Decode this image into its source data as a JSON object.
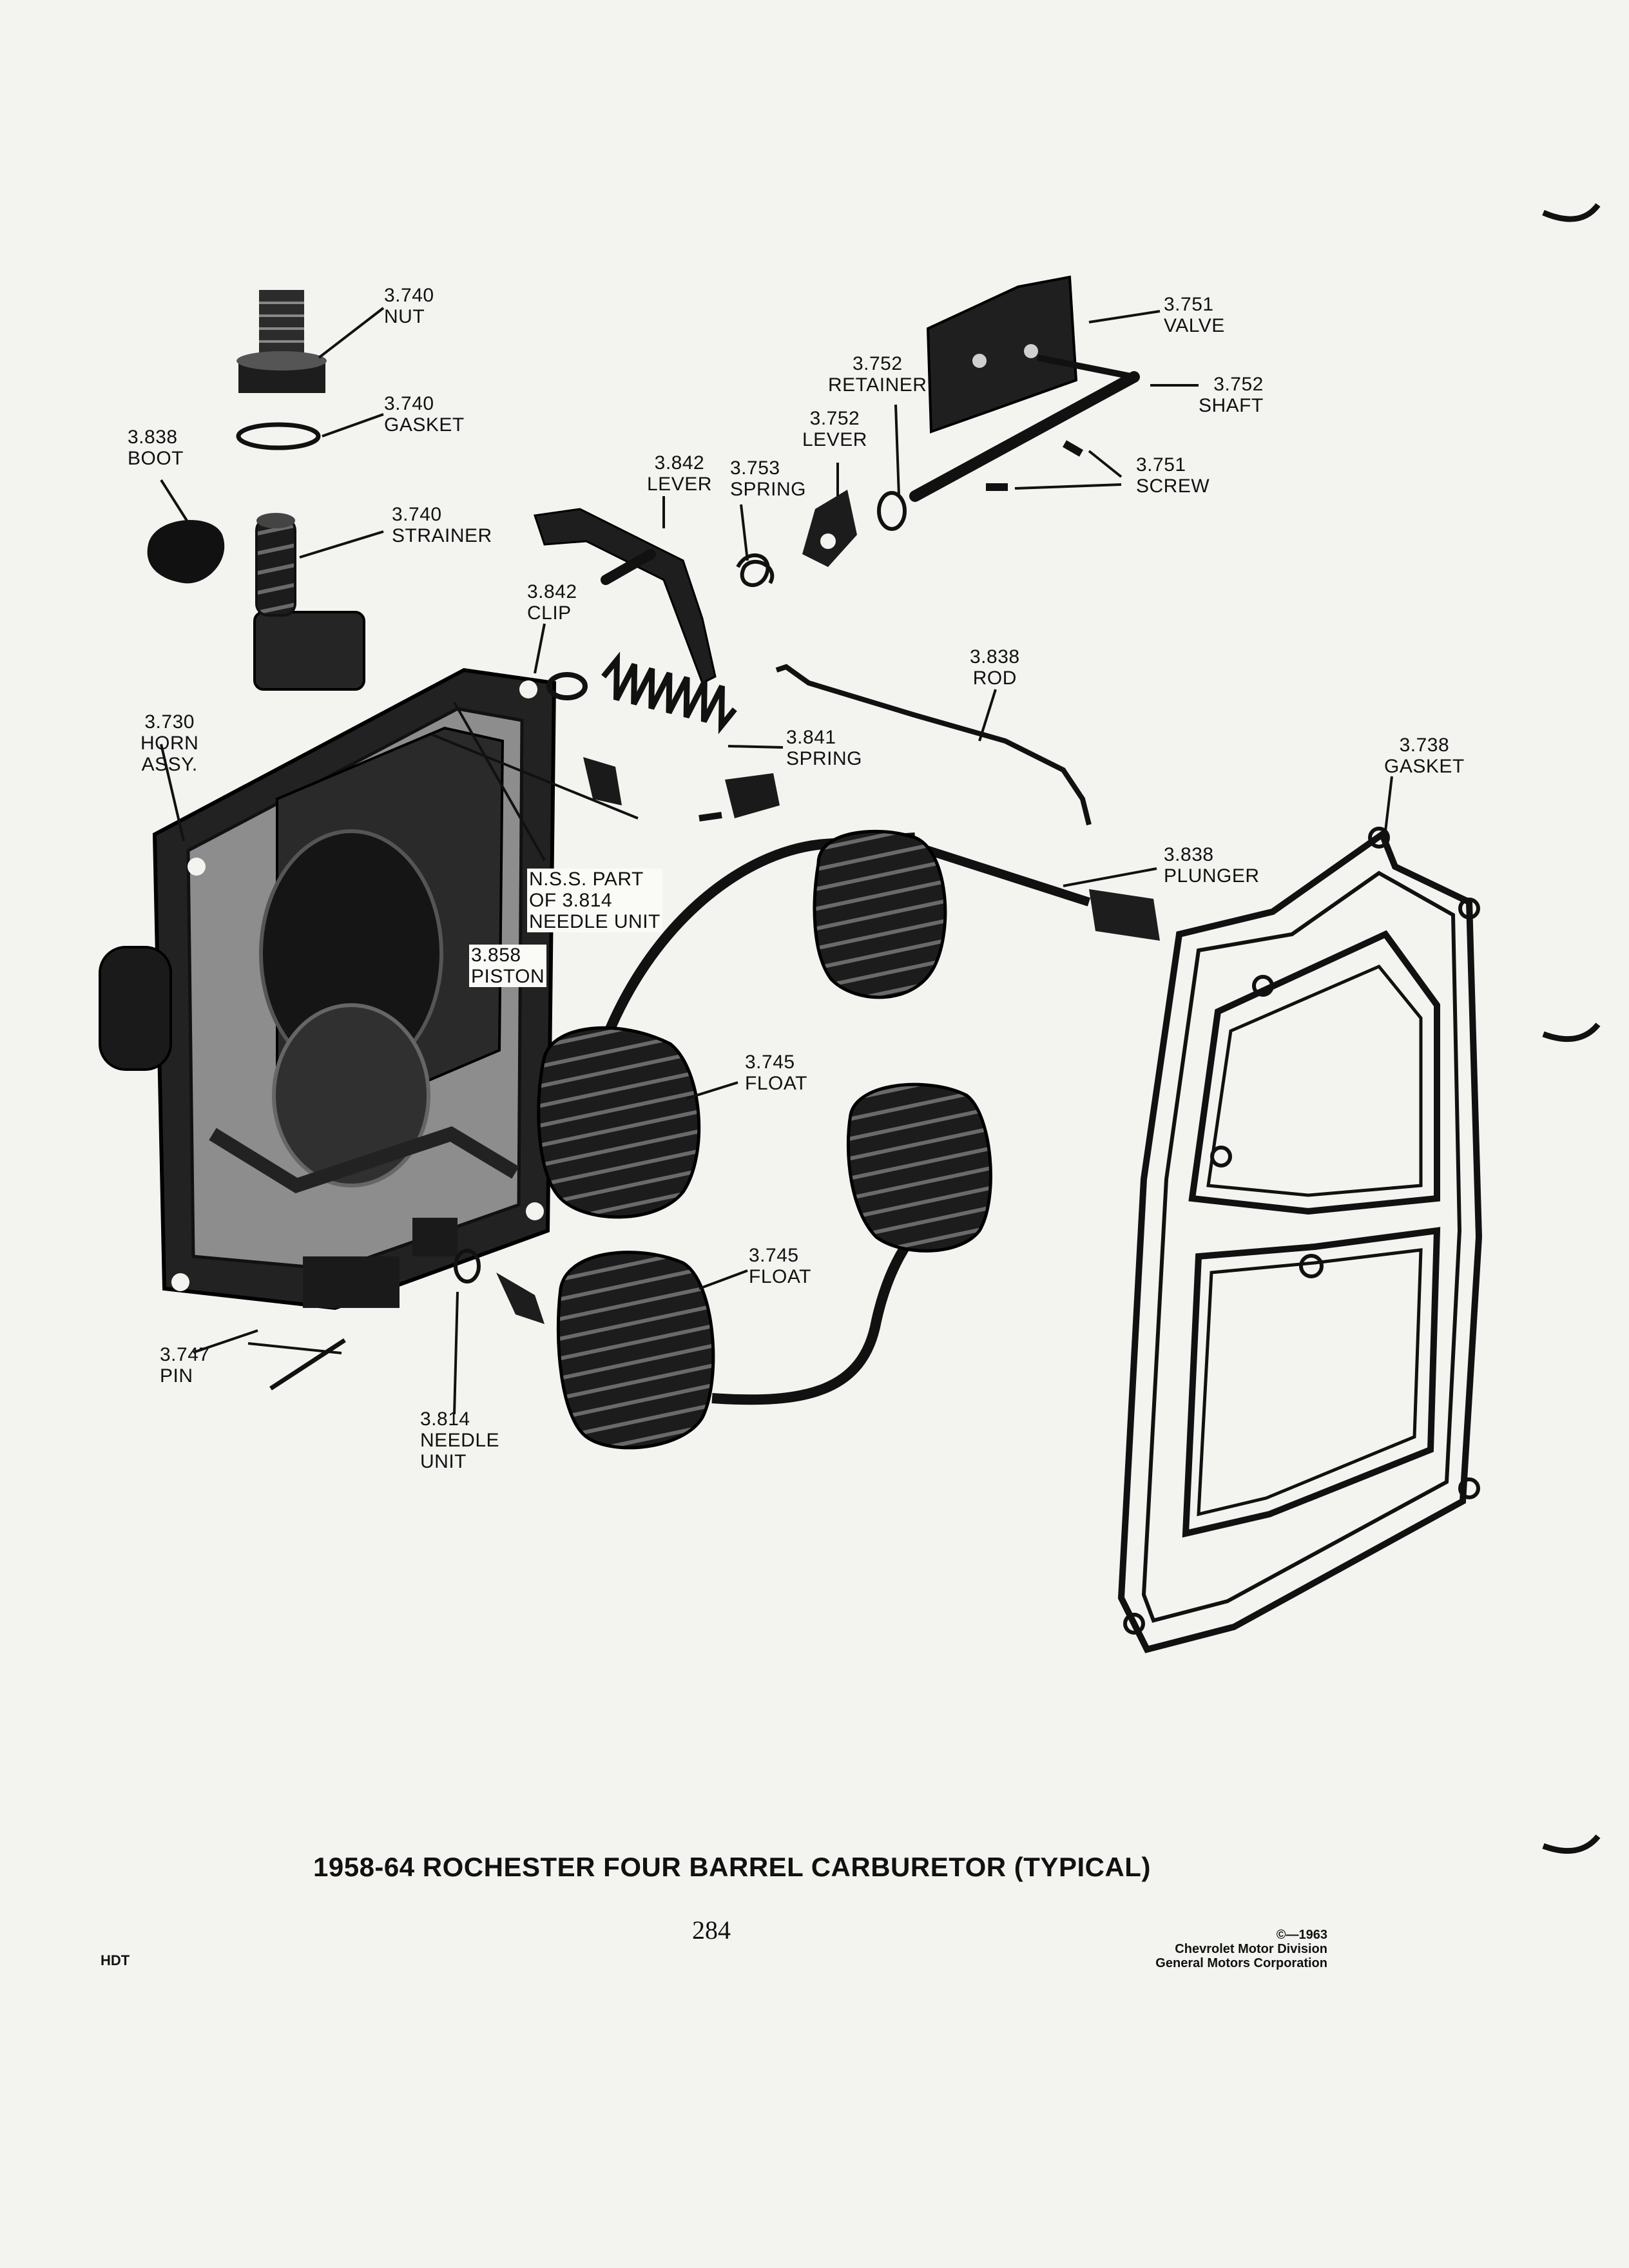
{
  "figure": {
    "title": "1958-64 ROCHESTER FOUR BARREL CARBURETOR (TYPICAL)",
    "page_number": "284",
    "footer_left": "HDT",
    "copyright": {
      "line1": "©—1963",
      "line2": "Chevrolet Motor Division",
      "line3": "General Motors Corporation"
    }
  },
  "callouts": {
    "nut": {
      "num": "3.740",
      "name": "NUT"
    },
    "gasket_top": {
      "num": "3.740",
      "name": "GASKET"
    },
    "boot": {
      "num": "3.838",
      "name": "BOOT"
    },
    "strainer": {
      "num": "3.740",
      "name": "STRAINER"
    },
    "lever_842": {
      "num": "3.842",
      "name": "LEVER"
    },
    "spring_753": {
      "num": "3.753",
      "name": "SPRING"
    },
    "lever_752": {
      "num": "3.752",
      "name": "LEVER"
    },
    "retainer": {
      "num": "3.752",
      "name": "RETAINER"
    },
    "valve": {
      "num": "3.751",
      "name": "VALVE"
    },
    "shaft": {
      "num": "3.752",
      "name": "SHAFT"
    },
    "screw": {
      "num": "3.751",
      "name": "SCREW"
    },
    "clip": {
      "num": "3.842",
      "name": "CLIP"
    },
    "rod": {
      "num": "3.838",
      "name": "ROD"
    },
    "horn": {
      "num": "3.730",
      "name": "HORN",
      "name2": "ASSY."
    },
    "spring_841": {
      "num": "3.841",
      "name": "SPRING"
    },
    "gasket_738": {
      "num": "3.738",
      "name": "GASKET"
    },
    "plunger": {
      "num": "3.838",
      "name": "PLUNGER"
    },
    "nss": {
      "line1": "N.S.S. PART",
      "line2": "OF 3.814",
      "line3": "NEEDLE UNIT"
    },
    "piston": {
      "num": "3.858",
      "name": "PISTON"
    },
    "float_a": {
      "num": "3.745",
      "name": "FLOAT"
    },
    "float_b": {
      "num": "3.745",
      "name": "FLOAT"
    },
    "pin": {
      "num": "3.747",
      "name": "PIN"
    },
    "needle": {
      "num": "3.814",
      "name": "NEEDLE",
      "name2": "UNIT"
    }
  }
}
